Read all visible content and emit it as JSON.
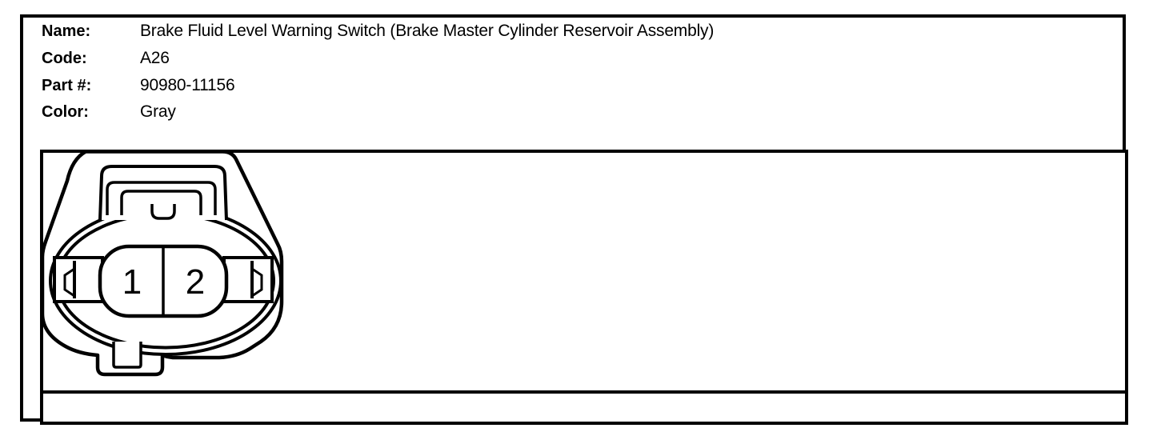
{
  "document": {
    "fields": [
      {
        "label": "Name:",
        "value": "Brake Fluid Level Warning Switch (Brake Master Cylinder Reservoir Assembly)"
      },
      {
        "label": "Code:",
        "value": "A26"
      },
      {
        "label": "Part #:",
        "value": "90980-11156"
      },
      {
        "label": "Color:",
        "value": "Gray"
      }
    ]
  },
  "diagram": {
    "type": "connector-pinout-drawing",
    "pins": [
      {
        "number": "1"
      },
      {
        "number": "2"
      }
    ],
    "line_color": "#000000",
    "background_color": "#ffffff"
  }
}
